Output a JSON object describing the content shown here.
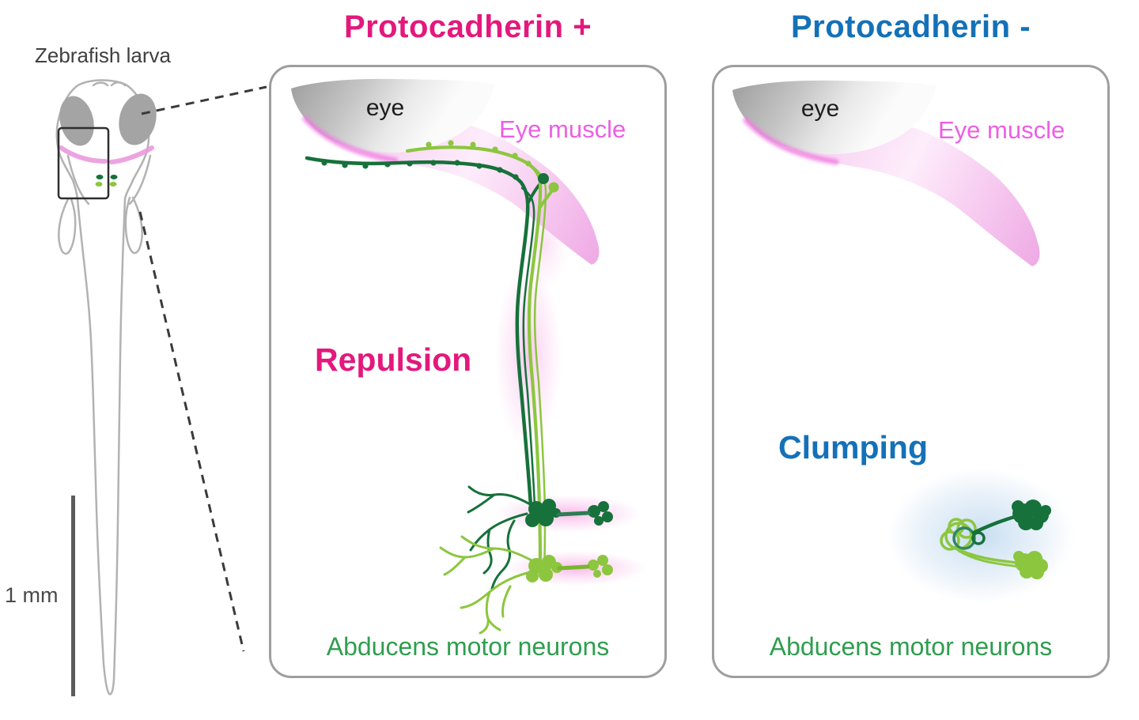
{
  "figure": {
    "larva": {
      "label": "Zebrafish larva",
      "scale_label": "1 mm"
    },
    "panel_plus": {
      "title": "Protocadherin +",
      "eye_label": "eye",
      "muscle_label": "Eye muscle",
      "effect_label": "Repulsion",
      "neurons_label": "Abducens motor neurons",
      "accent_color": "#e3187c"
    },
    "panel_minus": {
      "title": "Protocadherin -",
      "eye_label": "eye",
      "muscle_label": "Eye muscle",
      "effect_label": "Clumping",
      "neurons_label": "Abducens motor neurons",
      "accent_color": "#1471b8"
    },
    "colors": {
      "dark_green": "#16713a",
      "dark_green_connector": "#2c7d52",
      "light_green": "#8cc63f",
      "light_green_connector": "#7ab52f",
      "teal_loop": "#2e8664",
      "neuron_text_green": "#2f9e4f",
      "magenta": "#e3187c",
      "blue": "#1471b8",
      "muscle_pink_label": "#ec5fe4",
      "muscle_edge_pink": "#ef7ee0",
      "pink_glow": "#f27fd7",
      "blue_glow": "#bdd8ef",
      "panel_border": "#9e9e9e",
      "fish_outline_gray": "#b2b2b2",
      "fish_eye_gray": "#a4a4a4",
      "eye_shape_gray": "#a2a2a2",
      "scale_bar_gray": "#5c5c5c",
      "dashed_line_gray": "#3a3a3a"
    }
  }
}
